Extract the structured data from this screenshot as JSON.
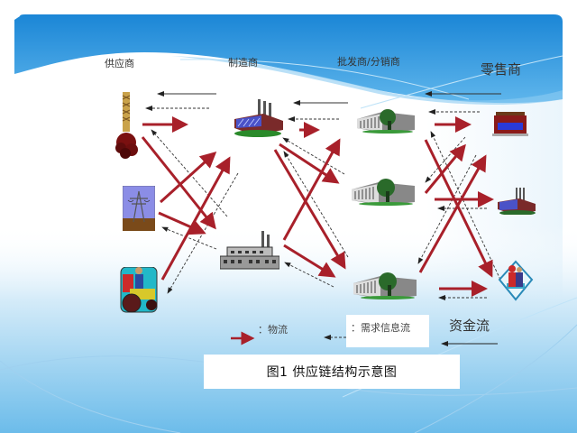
{
  "diagram": {
    "title": "图1    供应链结构示意图",
    "tiers": [
      {
        "id": "supplier",
        "label": "供应商"
      },
      {
        "id": "manufacturer",
        "label": "制造商"
      },
      {
        "id": "wholesaler",
        "label": "批发商/分销商"
      },
      {
        "id": "retailer",
        "label": "零售商"
      }
    ],
    "nodes": {
      "supplier": [
        "wheat-crop-icon",
        "power-tower-icon",
        "farmer-tractor-icon"
      ],
      "manufacturer": [
        "factory-icon",
        "industrial-plant-icon"
      ],
      "wholesaler": [
        "warehouse-icon",
        "warehouse-icon",
        "warehouse-icon"
      ],
      "retailer": [
        "store-icon",
        "factory-icon",
        "customers-icon"
      ]
    },
    "legend": {
      "material_flow": "：物流",
      "information_flow": "：需求信息流",
      "money_flow": "资金流"
    },
    "colors": {
      "material_flow": "#a8202a",
      "information_flow": "#333333",
      "money_flow": "#222222",
      "header_blue": "#2f8fd8"
    }
  }
}
